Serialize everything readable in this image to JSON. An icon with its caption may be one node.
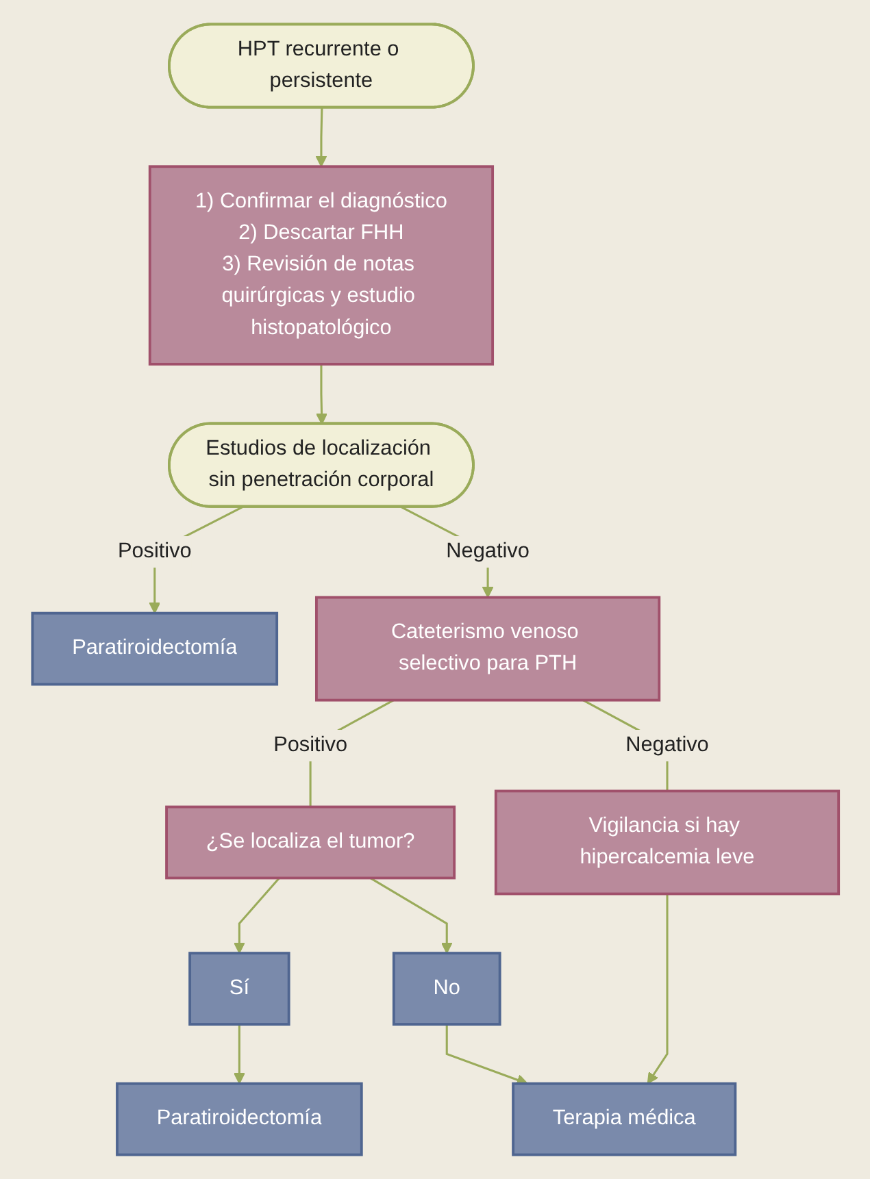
{
  "diagram": {
    "nodes": [
      {
        "text": [
          "HPT recurrente o persistente"
        ]
      },
      {
        "text": [
          "1) Confirmar el diagnóstico",
          "2) Descartar FHH",
          "3) Revisión de notas quirúrgicas y estudio histopatológico"
        ]
      },
      {
        "text": [
          "Estudios de localización sin penetración corporal"
        ]
      },
      {
        "text": [
          "Paratiroidectomía"
        ]
      },
      {
        "text": [
          "Cateterismo venoso selectivo para PTH"
        ]
      },
      {
        "text": [
          "¿Se localiza el tumor?"
        ]
      },
      {
        "text": [
          "Vigilancia si hay hipercalcemia leve"
        ]
      },
      {
        "text": [
          "Sí"
        ]
      },
      {
        "text": [
          "No"
        ]
      },
      {
        "text": [
          "Paratiroidectomía"
        ]
      },
      {
        "text": [
          "Terapia médica"
        ]
      }
    ],
    "edges": [
      {
        "from": 0,
        "to": 1,
        "arrow": "to"
      },
      {
        "from": 1,
        "to": 2,
        "arrow": "to"
      },
      {
        "from": 2,
        "to": 3,
        "arrow": "to",
        "label": "Positivo"
      },
      {
        "from": 2,
        "to": 4,
        "arrow": "to",
        "label": "Negativo"
      },
      {
        "from": 4,
        "to": 5,
        "arrow": "none",
        "label": "Positivo"
      },
      {
        "from": 4,
        "to": 6,
        "arrow": "none",
        "label": "Negativo"
      },
      {
        "from": 5,
        "to": 7,
        "arrow": "to"
      },
      {
        "from": 5,
        "to": 8,
        "arrow": "to"
      },
      {
        "from": 7,
        "to": 9,
        "arrow": "to"
      },
      {
        "from": 8,
        "to": 10,
        "arrow": "to"
      },
      {
        "from": 6,
        "to": 10,
        "arrow": "to"
      }
    ]
  }
}
